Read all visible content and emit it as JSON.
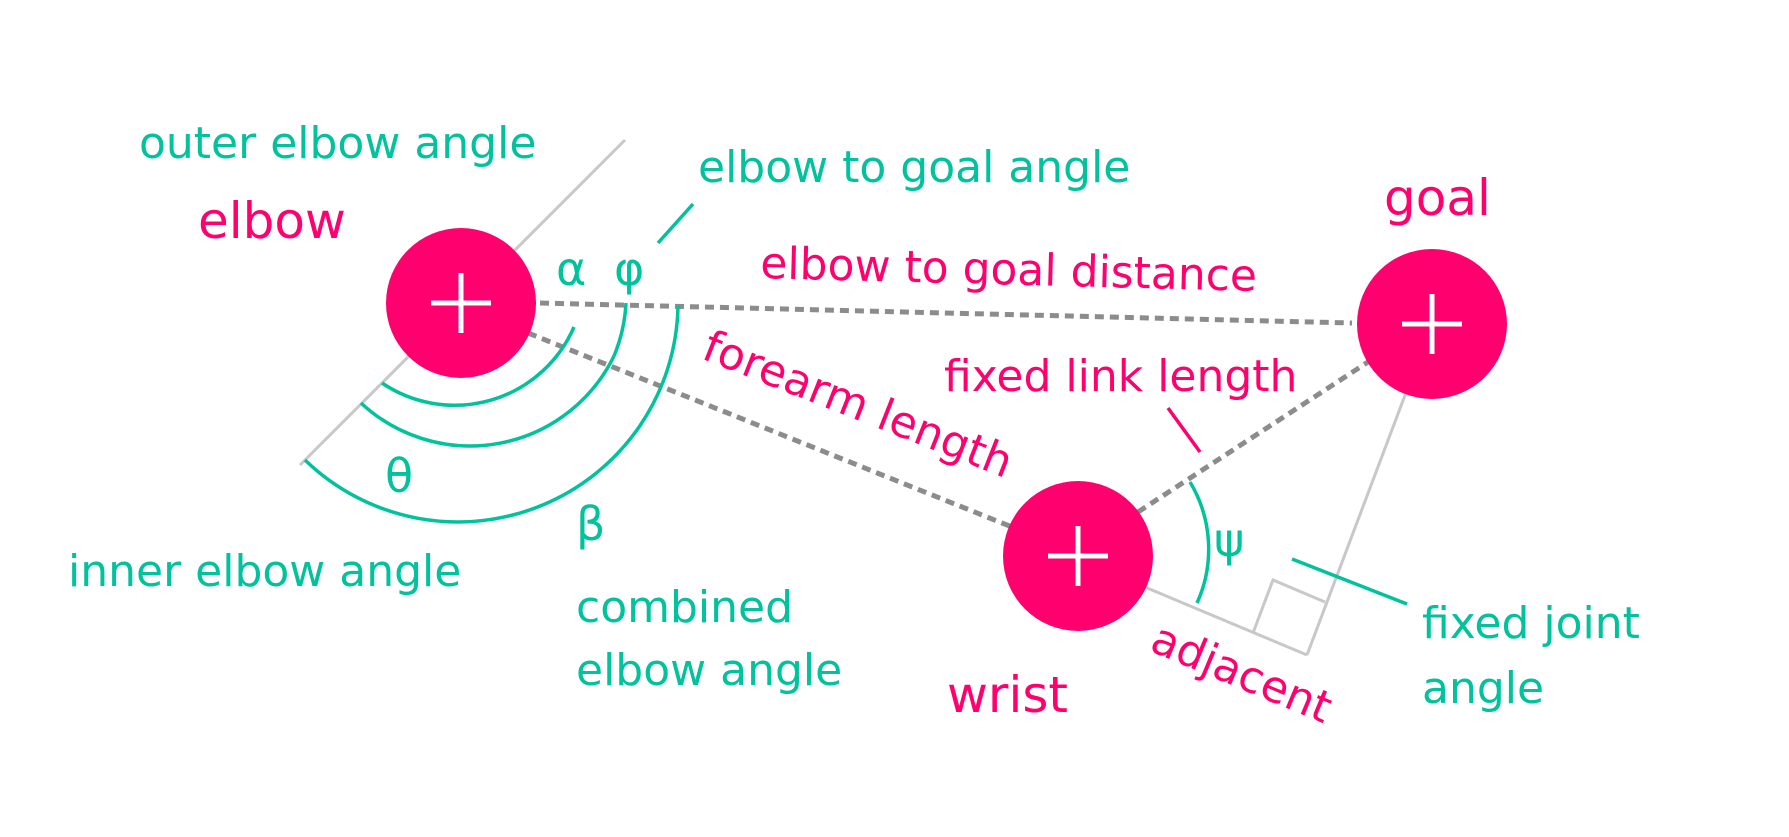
{
  "colors": {
    "accent_teal": "#00c29c",
    "accent_pink": "#ff006e",
    "guide_gray": "#c8c8c8",
    "dash_gray": "#8c8c8c",
    "background": "#ffffff"
  },
  "joints": {
    "elbow": {
      "label": "elbow",
      "icon": "plus-icon"
    },
    "goal": {
      "label": "goal",
      "icon": "plus-icon"
    },
    "wrist": {
      "label": "wrist",
      "icon": "plus-icon"
    }
  },
  "distances": {
    "elbow_to_goal": "elbow to goal distance",
    "forearm": "forearm length",
    "fixed_link": "fixed link length",
    "adjacent": "adjacent"
  },
  "angles": {
    "outer_elbow": "outer elbow angle",
    "elbow_to_goal": "elbow to goal angle",
    "inner_elbow": "inner elbow angle",
    "combined_line1": "combined",
    "combined_line2": "elbow angle",
    "fixed_joint_line1": "fixed joint",
    "fixed_joint_line2": "angle"
  },
  "symbols": {
    "alpha": "α",
    "phi": "φ",
    "theta": "θ",
    "beta": "β",
    "psi": "ψ"
  }
}
